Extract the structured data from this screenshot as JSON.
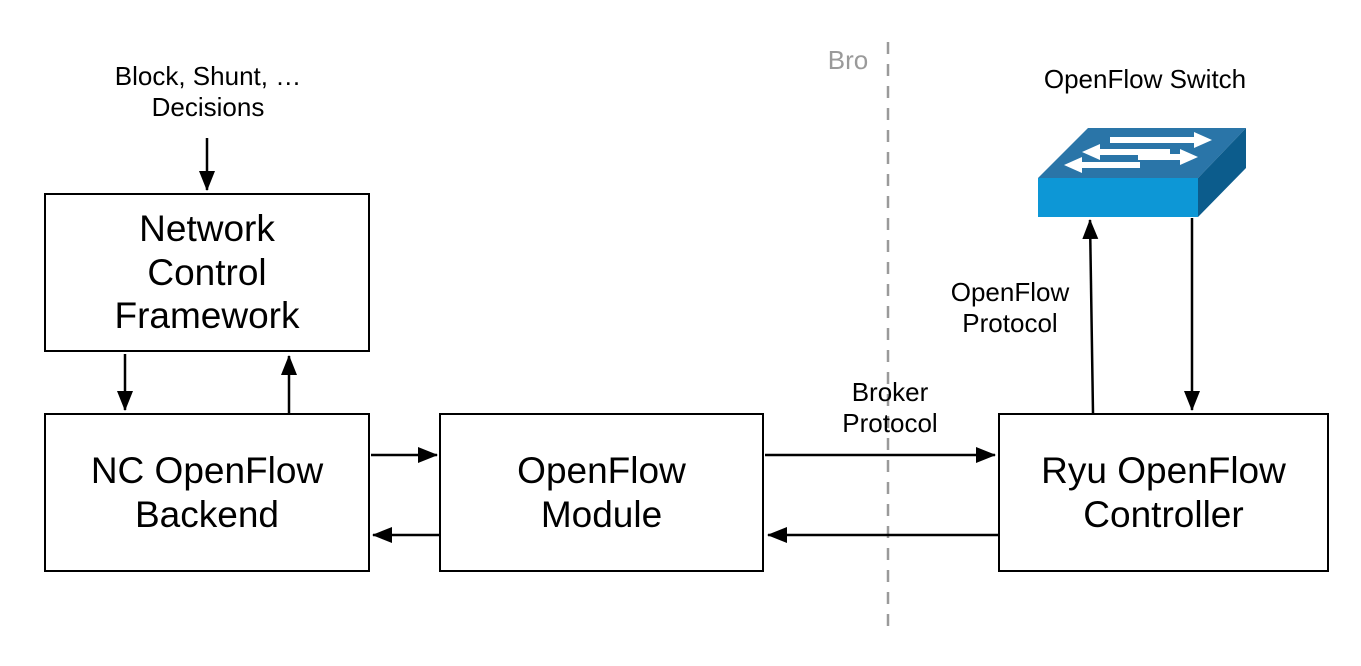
{
  "decisions_label": "Block, Shunt, …\nDecisions",
  "boxes": {
    "framework": "Network\nControl\nFramework",
    "backend": "NC OpenFlow\nBackend",
    "module": "OpenFlow\nModule",
    "controller": "Ryu OpenFlow\nController"
  },
  "bro_label": "Bro",
  "switch_label": "OpenFlow Switch",
  "openflow_protocol_label": "OpenFlow\nProtocol",
  "broker_protocol_label": "Broker\nProtocol",
  "colors": {
    "switch_top": "#2a75a8",
    "switch_front": "#0d97d6",
    "switch_side": "#0c5c8c",
    "divider": "#9a9a9a"
  },
  "icons": [
    "switch-icon"
  ]
}
